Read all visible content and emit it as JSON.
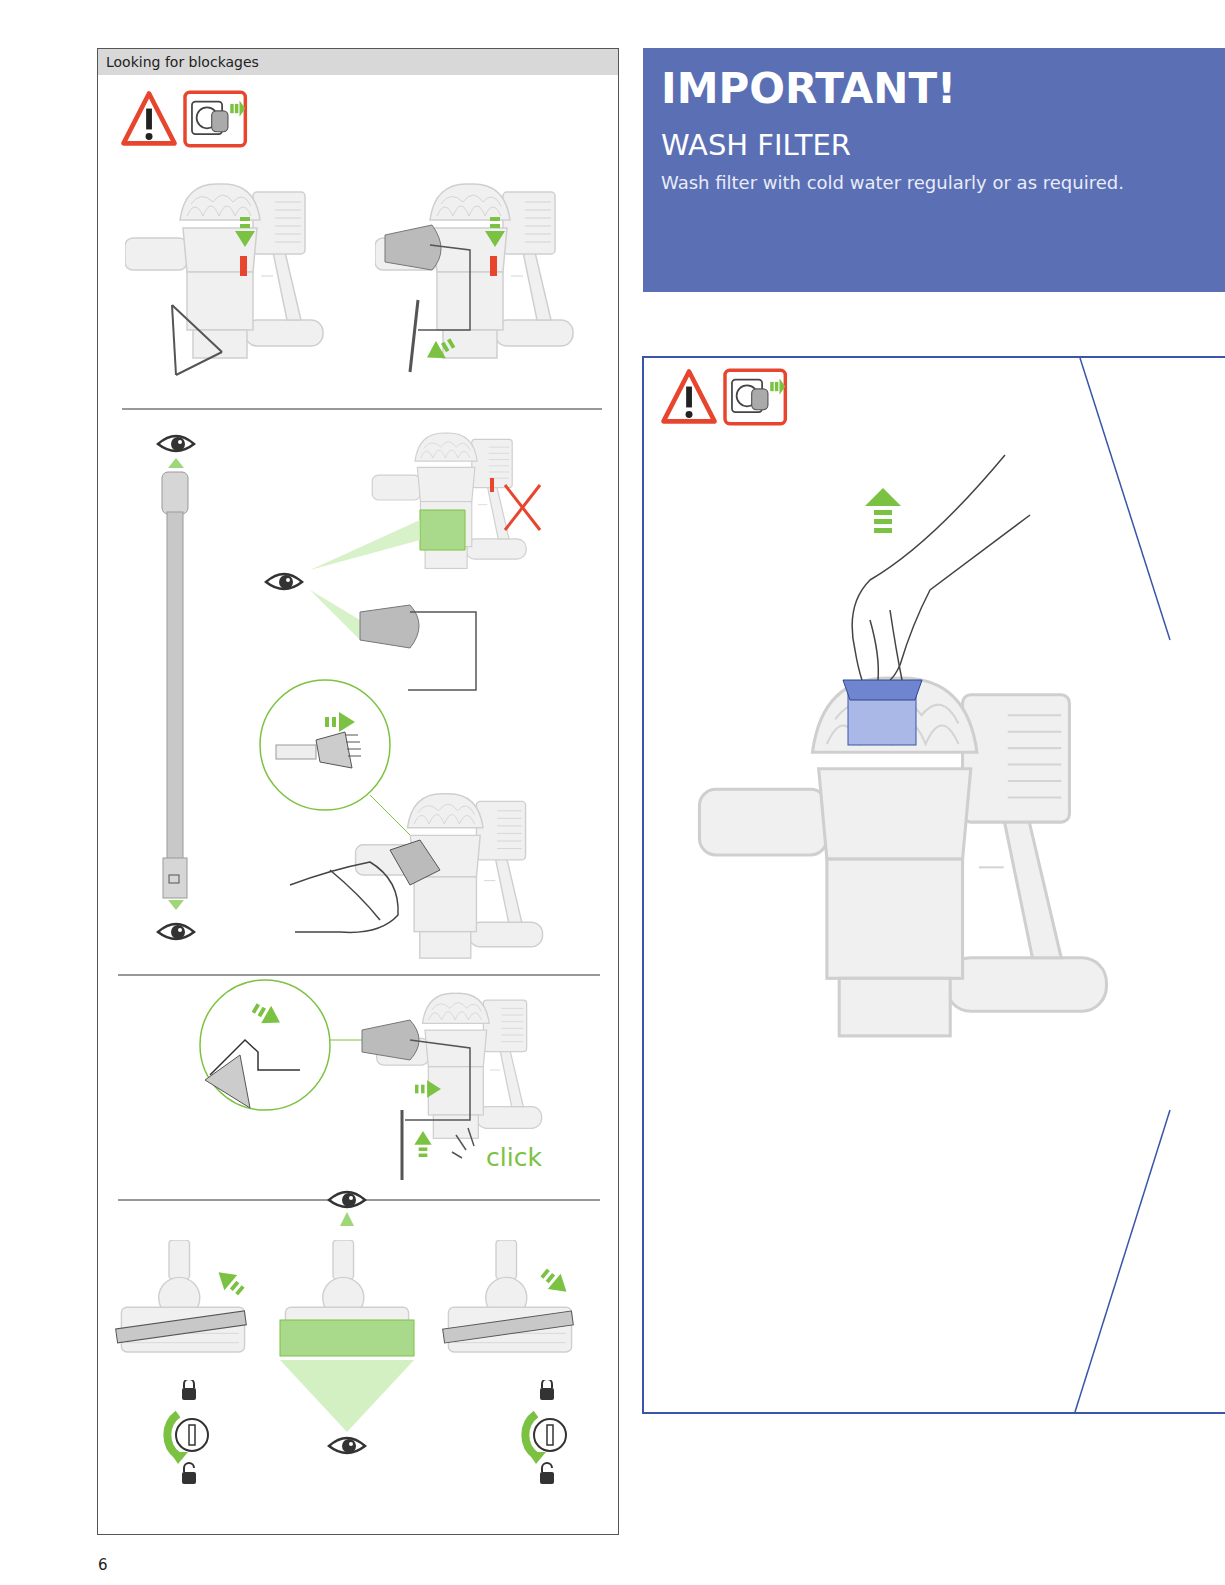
{
  "diagram": {
    "nodes": [
      {
        "text": [
          "Looking for blockages"
        ]
      },
      {
        "text": [
          "IMPORTANT!",
          "WASH FILTER",
          "Wash filter with cold water regularly or as required."
        ]
      }
    ],
    "labels": [
      "click",
      "6"
    ]
  }
}
